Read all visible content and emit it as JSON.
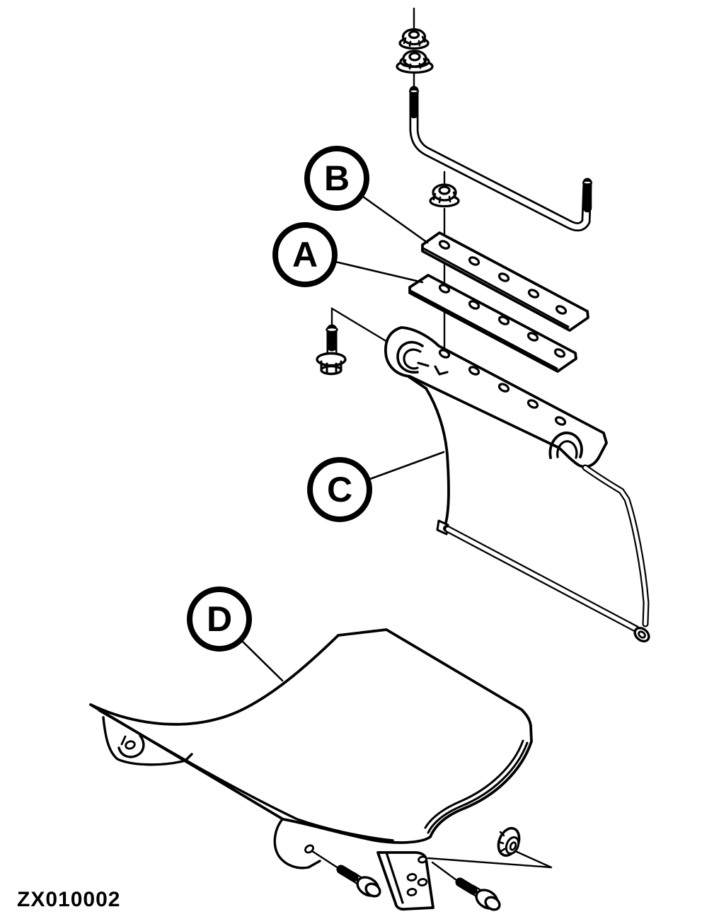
{
  "figure": {
    "type": "exploded-parts-diagram",
    "image_code": "ZX010002",
    "colors": {
      "line": "#000000",
      "background": "#ffffff"
    },
    "callouts": [
      {
        "id": "A",
        "label": "A",
        "points_to": "lower-strap-plate"
      },
      {
        "id": "B",
        "label": "B",
        "points_to": "upper-strap-plate"
      },
      {
        "id": "C",
        "label": "C",
        "points_to": "deflector-assembly"
      },
      {
        "id": "D",
        "label": "D",
        "points_to": "curved-shield-plate"
      }
    ],
    "parts_depicted": [
      "flange-nut-upper",
      "flange-nut-lower",
      "j-rod-bolt",
      "flange-nut-middle",
      "strap-plate-b",
      "strap-plate-a",
      "flange-bolt-left",
      "mounting-bar-with-holes",
      "deflector-sheet-with-rod",
      "curved-shield-plate",
      "mounting-bracket",
      "hex-flange-bolt-left",
      "hex-flange-bolt-right",
      "flange-nut-bottom"
    ]
  }
}
